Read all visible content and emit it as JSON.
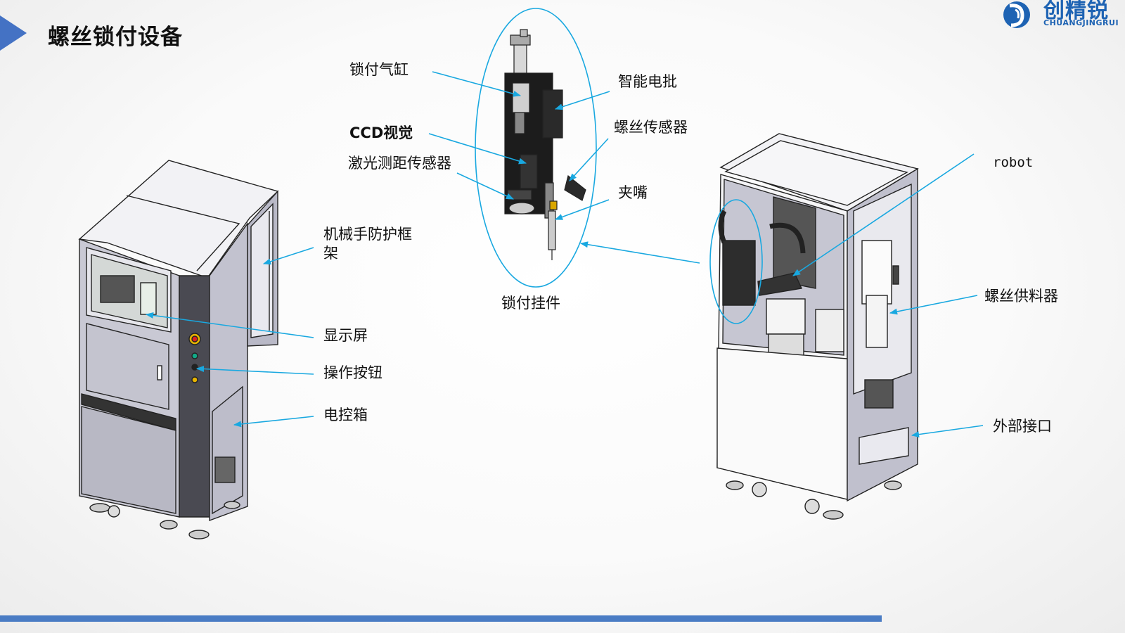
{
  "header": {
    "title": "螺丝锁付设备",
    "logo_cn": "创精锐",
    "logo_en": "CHUANGJINGRUI",
    "accent_color": "#4472c4"
  },
  "callouts": {
    "lock_cylinder": "锁付气缸",
    "ccd_vision": "CCD视觉",
    "laser_sensor": "激光测距传感器",
    "smart_screwdriver": "智能电批",
    "screw_sensor": "螺丝传感器",
    "nozzle": "夹嘴",
    "lock_attachment": "锁付挂件",
    "robot_frame": "机械手防护框架",
    "display": "显示屏",
    "buttons": "操作按钮",
    "control_box": "电控箱",
    "robot": "robot",
    "screw_feeder": "螺丝供料器",
    "external_port": "外部接口"
  },
  "colors": {
    "leader_line": "#19a8e0",
    "bottom_bar": "#4a7cc4"
  }
}
